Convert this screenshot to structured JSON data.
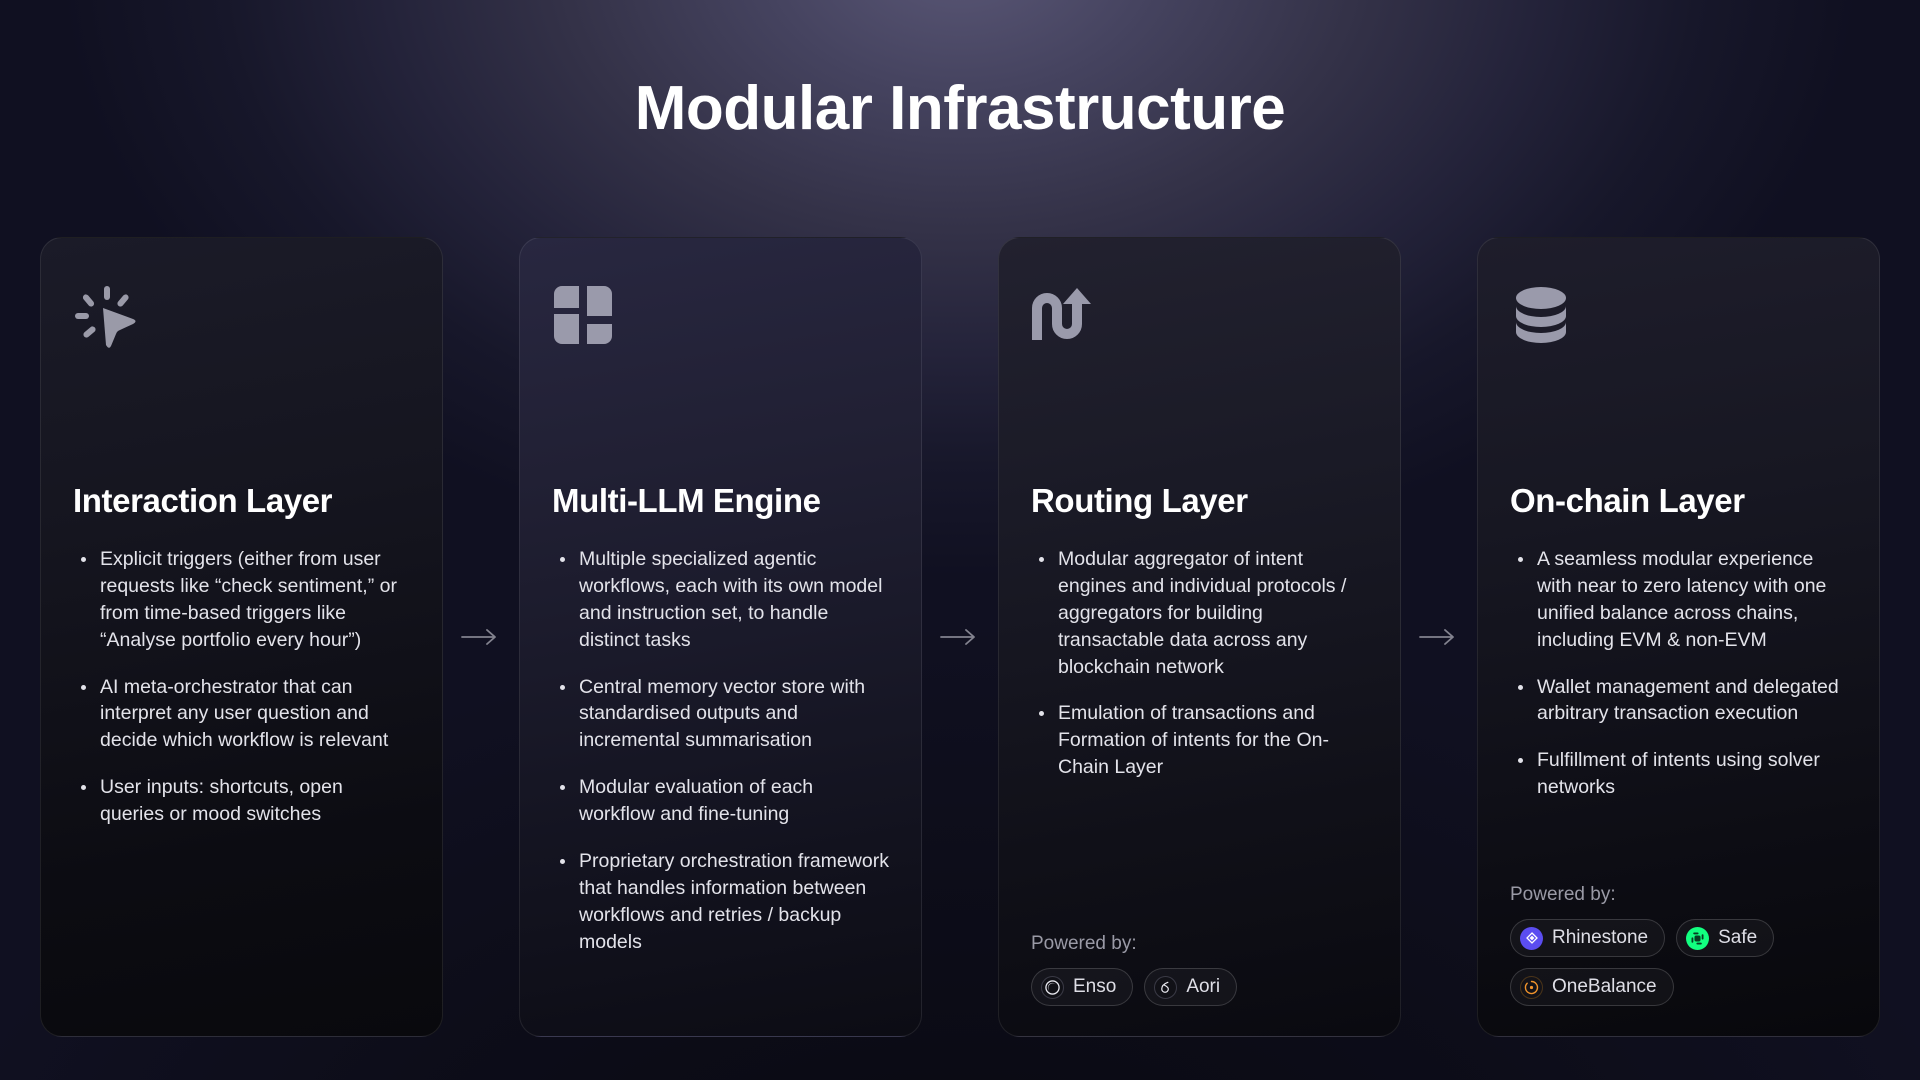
{
  "page": {
    "title": "Modular Infrastructure",
    "background_accent": "#55537a",
    "page_background": "#101021"
  },
  "connector": {
    "icon": "arrow-right-icon",
    "color": "#8a8a99"
  },
  "cards": [
    {
      "id": "interaction-layer",
      "icon": "cursor-click-icon",
      "title": "Interaction Layer",
      "bullets": [
        "Explicit triggers (either from user requests like “check sentiment,” or from time-based triggers like “Analyse portfolio every hour”)",
        "AI meta-orchestrator that can interpret any user question and decide which workflow is relevant",
        "User inputs: shortcuts, open queries or mood switches"
      ],
      "powered_by_label": null,
      "badges": []
    },
    {
      "id": "multi-llm-engine",
      "icon": "grid-blocks-icon",
      "title": "Multi-LLM Engine",
      "bullets": [
        "Multiple specialized agentic workflows, each with its own model and instruction set, to handle distinct tasks",
        "Central memory vector store with standardised outputs and incremental summarisation",
        "Modular evaluation of each workflow and fine-tuning",
        "Proprietary orchestration framework that handles information between workflows and retries / backup models"
      ],
      "powered_by_label": null,
      "badges": []
    },
    {
      "id": "routing-layer",
      "icon": "winding-route-arrow-icon",
      "title": "Routing Layer",
      "bullets": [
        "Modular aggregator of intent engines and individual protocols / aggregators for building transactable data across any blockchain network",
        "Emulation of transactions and Formation of intents for the On-Chain Layer"
      ],
      "powered_by_label": "Powered by:",
      "badges": [
        {
          "name": "Enso",
          "icon": "enso-logo-icon",
          "color": "#ffffff"
        },
        {
          "name": "Aori",
          "icon": "aori-logo-icon",
          "color": "#ffffff"
        }
      ]
    },
    {
      "id": "on-chain-layer",
      "icon": "database-stack-icon",
      "title": "On-chain Layer",
      "bullets": [
        "A seamless modular experience with near to zero latency with one unified balance across chains, including EVM & non-EVM",
        "Wallet management and delegated arbitrary transaction execution",
        "Fulfillment of intents using solver networks"
      ],
      "powered_by_label": "Powered by:",
      "badges": [
        {
          "name": "Rhinestone",
          "icon": "rhinestone-logo-icon",
          "color": "#5b4df0"
        },
        {
          "name": "Safe",
          "icon": "safe-logo-icon",
          "color": "#12ff80"
        },
        {
          "name": "OneBalance",
          "icon": "onebalance-logo-icon",
          "color": "#f0932b"
        }
      ]
    }
  ]
}
